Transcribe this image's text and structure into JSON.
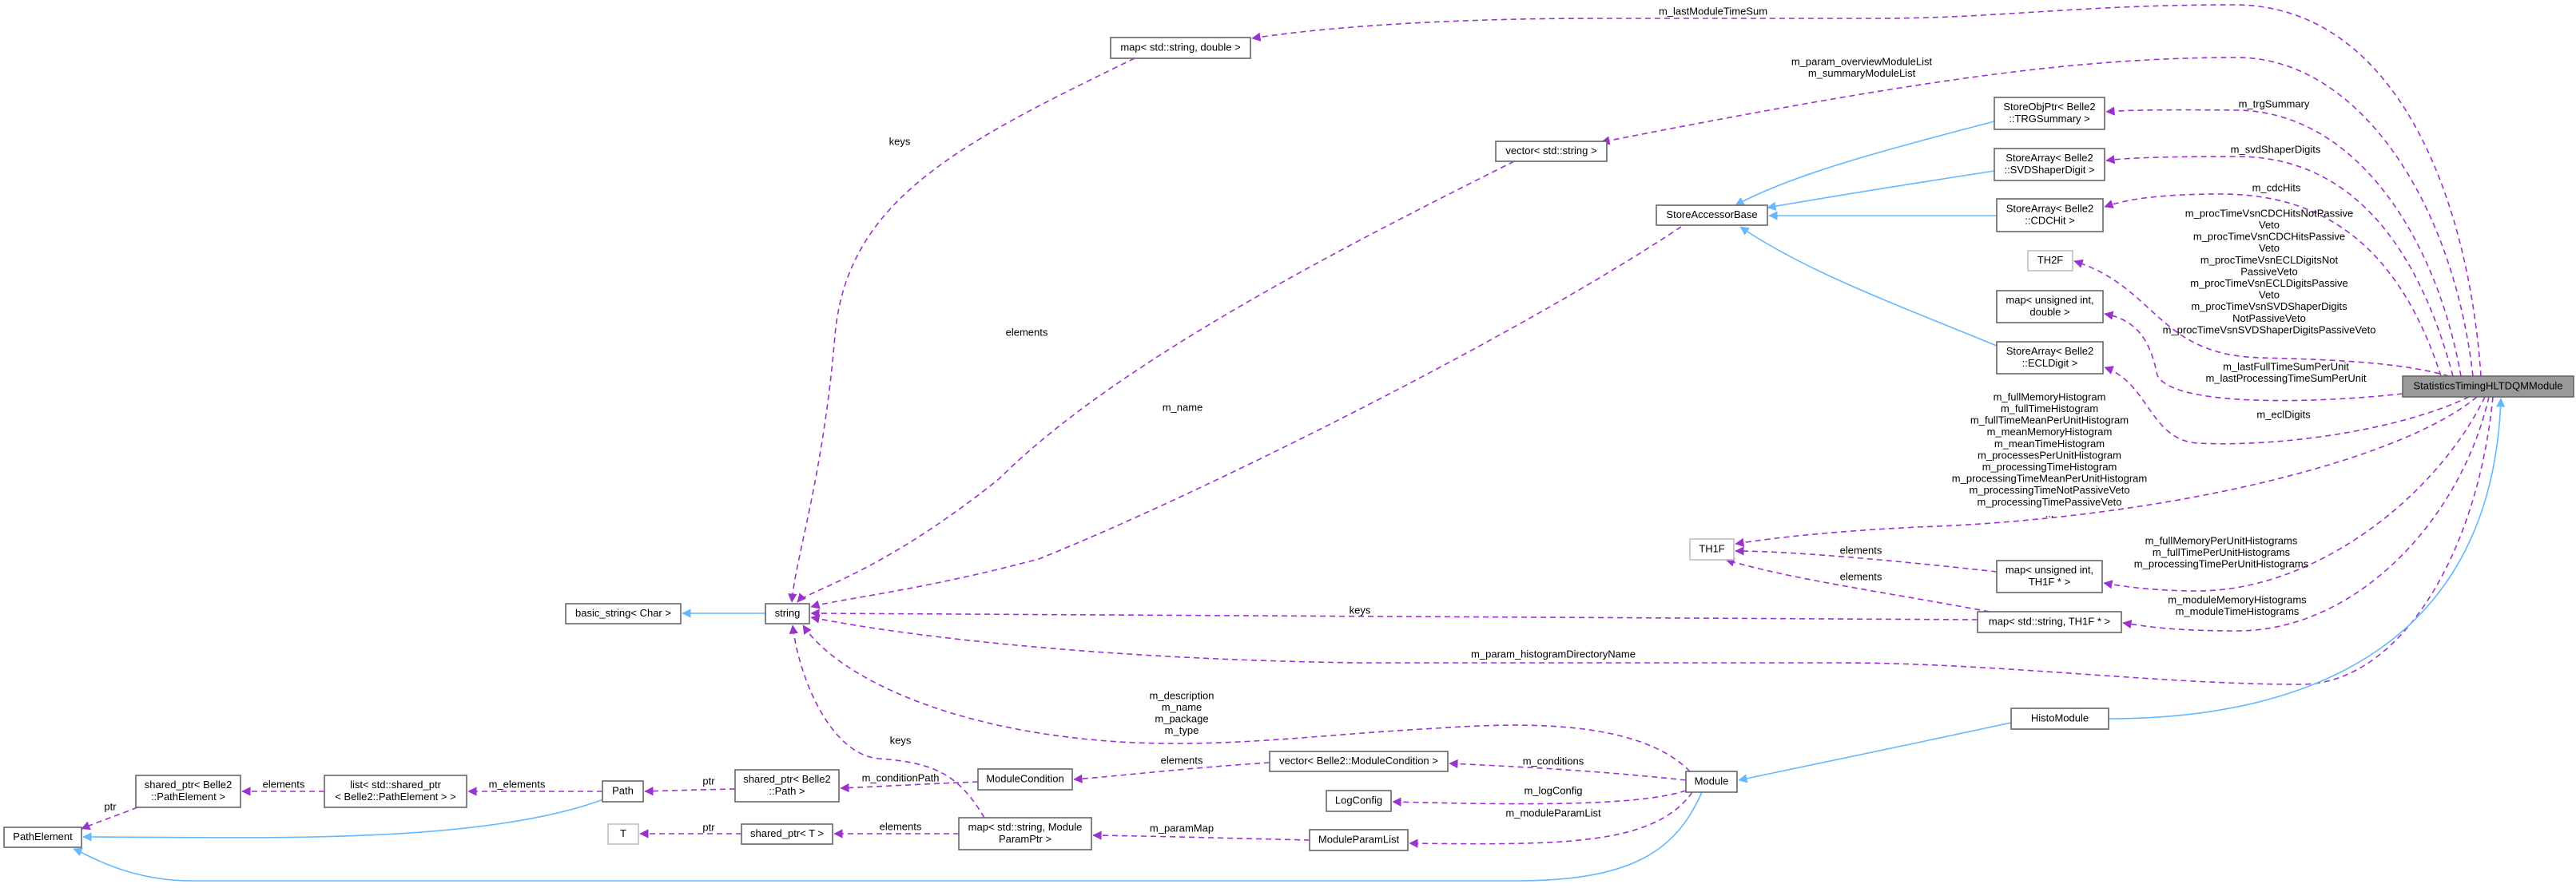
{
  "colors": {
    "usage_edge": "#9a32cd",
    "inheritance_edge": "#63b8ff",
    "node_border": "#666666",
    "undocumented_node_border": "#bfbfbf",
    "focus_node_fill": "#999999"
  },
  "nodes": [
    {
      "id": "map_string_double",
      "lines": [
        "map< std::string, double >"
      ]
    },
    {
      "id": "vector_string",
      "lines": [
        "vector< std::string >"
      ]
    },
    {
      "id": "store_accessor_base",
      "lines": [
        "StoreAccessorBase"
      ]
    },
    {
      "id": "storeobjptr_trgsummary",
      "lines": [
        "StoreObjPtr< Belle2",
        "::TRGSummary >"
      ]
    },
    {
      "id": "storearray_svdshaperdigit",
      "lines": [
        "StoreArray< Belle2",
        "::SVDShaperDigit >"
      ]
    },
    {
      "id": "storearray_cdchit",
      "lines": [
        "StoreArray< Belle2",
        "::CDCHit >"
      ]
    },
    {
      "id": "th2f",
      "lines": [
        "TH2F"
      ]
    },
    {
      "id": "map_unsigned_double",
      "lines": [
        "map< unsigned int,",
        "double >"
      ]
    },
    {
      "id": "storearray_ecldigit",
      "lines": [
        "StoreArray< Belle2",
        "::ECLDigit >"
      ]
    },
    {
      "id": "statistics_timing_hltdqm_module",
      "lines": [
        "StatisticsTimingHLTDQMModule"
      ]
    },
    {
      "id": "th1f",
      "lines": [
        "TH1F"
      ]
    },
    {
      "id": "map_unsigned_th1f",
      "lines": [
        "map< unsigned int,",
        "TH1F * >"
      ]
    },
    {
      "id": "map_string_th1f",
      "lines": [
        "map< std::string, TH1F * >"
      ]
    },
    {
      "id": "basic_string_char",
      "lines": [
        "basic_string< Char >"
      ]
    },
    {
      "id": "string",
      "lines": [
        "string"
      ]
    },
    {
      "id": "histo_module",
      "lines": [
        "HistoModule"
      ]
    },
    {
      "id": "module",
      "lines": [
        "Module"
      ]
    },
    {
      "id": "vector_module_condition",
      "lines": [
        "vector< Belle2::ModuleCondition >"
      ]
    },
    {
      "id": "module_condition",
      "lines": [
        "ModuleCondition"
      ]
    },
    {
      "id": "log_config",
      "lines": [
        "LogConfig"
      ]
    },
    {
      "id": "module_param_list",
      "lines": [
        "ModuleParamList"
      ]
    },
    {
      "id": "map_string_module_param_ptr",
      "lines": [
        "map< std::string, Module",
        "ParamPtr >"
      ]
    },
    {
      "id": "shared_ptr_t",
      "lines": [
        "shared_ptr< T >"
      ]
    },
    {
      "id": "t",
      "lines": [
        "T"
      ]
    },
    {
      "id": "shared_ptr_path",
      "lines": [
        "shared_ptr< Belle2",
        "::Path >"
      ]
    },
    {
      "id": "path",
      "lines": [
        "Path"
      ]
    },
    {
      "id": "list_shared_ptr_path_element",
      "lines": [
        "list< std::shared_ptr",
        "< Belle2::PathElement > >"
      ]
    },
    {
      "id": "shared_ptr_path_element",
      "lines": [
        "shared_ptr< Belle2",
        "::PathElement >"
      ]
    },
    {
      "id": "path_element",
      "lines": [
        "PathElement"
      ]
    }
  ],
  "edges": [
    {
      "id": "last_module_time_sum",
      "label": [
        "m_lastModuleTimeSum"
      ]
    },
    {
      "id": "overview_module_list",
      "label": [
        "m_param_overviewModuleList",
        "m_summaryModuleList"
      ]
    },
    {
      "id": "trg_summary",
      "label": [
        "m_trgSummary"
      ]
    },
    {
      "id": "svd_shaper_digits",
      "label": [
        "m_svdShaperDigits"
      ]
    },
    {
      "id": "cdc_hits",
      "label": [
        "m_cdcHits"
      ]
    },
    {
      "id": "proc_time_th2f",
      "label": [
        "m_procTimeVsnCDCHitsNotPassive",
        "Veto",
        "m_procTimeVsnCDCHitsPassive",
        "Veto",
        "m_procTimeVsnECLDigitsNot",
        "PassiveVeto",
        "m_procTimeVsnECLDigitsPassive",
        "Veto",
        "m_procTimeVsnSVDShaperDigits",
        "NotPassiveVeto",
        "m_procTimeVsnSVDShaperDigitsPassiveVeto"
      ]
    },
    {
      "id": "last_sum_per_unit",
      "label": [
        "m_lastFullTimeSumPerUnit",
        "m_lastProcessingTimeSumPerUnit"
      ]
    },
    {
      "id": "ecl_digits",
      "label": [
        "m_eclDigits"
      ]
    },
    {
      "id": "histograms_th1f",
      "label": [
        "m_fullMemoryHistogram",
        "m_fullTimeHistogram",
        "m_fullTimeMeanPerUnitHistogram",
        "m_meanMemoryHistogram",
        "m_meanTimeHistogram",
        "m_processesPerUnitHistogram",
        "m_processingTimeHistogram",
        "m_processingTimeMeanPerUnitHistogram",
        "m_processingTimeNotPassiveVeto",
        "m_processingTimePassiveVeto",
        "..."
      ]
    },
    {
      "id": "per_unit_histograms",
      "label": [
        "m_fullMemoryPerUnitHistograms",
        "m_fullTimePerUnitHistograms",
        "m_processingTimePerUnitHistograms"
      ]
    },
    {
      "id": "module_histograms",
      "label": [
        "m_moduleMemoryHistograms",
        "m_moduleTimeHistograms"
      ]
    },
    {
      "id": "histogram_directory_name",
      "label": [
        "m_param_histogramDirectoryName"
      ]
    },
    {
      "id": "map_string_th1f_keys",
      "label": [
        "keys"
      ]
    },
    {
      "id": "map_unsigned_th1f_elements",
      "label": [
        "elements"
      ]
    },
    {
      "id": "map_string_th1f_elements",
      "label": [
        "elements"
      ]
    },
    {
      "id": "map_string_double_keys",
      "label": [
        "keys"
      ]
    },
    {
      "id": "vector_string_elements",
      "label": [
        "elements"
      ]
    },
    {
      "id": "store_accessor_name",
      "label": [
        "m_name"
      ]
    },
    {
      "id": "module_strings",
      "label": [
        "m_description",
        "m_name",
        "m_package",
        "m_type"
      ]
    },
    {
      "id": "module_conditions",
      "label": [
        "m_conditions"
      ]
    },
    {
      "id": "vector_module_condition_elements",
      "label": [
        "elements"
      ]
    },
    {
      "id": "module_log_config",
      "label": [
        "m_logConfig"
      ]
    },
    {
      "id": "module_param_list",
      "label": [
        "m_moduleParamList"
      ]
    },
    {
      "id": "param_map",
      "label": [
        "m_paramMap"
      ]
    },
    {
      "id": "map_module_param_elements",
      "label": [
        "elements"
      ]
    },
    {
      "id": "shared_ptr_t_ptr",
      "label": [
        "ptr"
      ]
    },
    {
      "id": "map_module_param_keys",
      "label": [
        "keys"
      ]
    },
    {
      "id": "condition_path",
      "label": [
        "m_conditionPath"
      ]
    },
    {
      "id": "shared_ptr_path_ptr",
      "label": [
        "ptr"
      ]
    },
    {
      "id": "path_elements",
      "label": [
        "m_elements"
      ]
    },
    {
      "id": "list_elements",
      "label": [
        "elements"
      ]
    },
    {
      "id": "shared_ptr_path_element_ptr",
      "label": [
        "ptr"
      ]
    }
  ]
}
